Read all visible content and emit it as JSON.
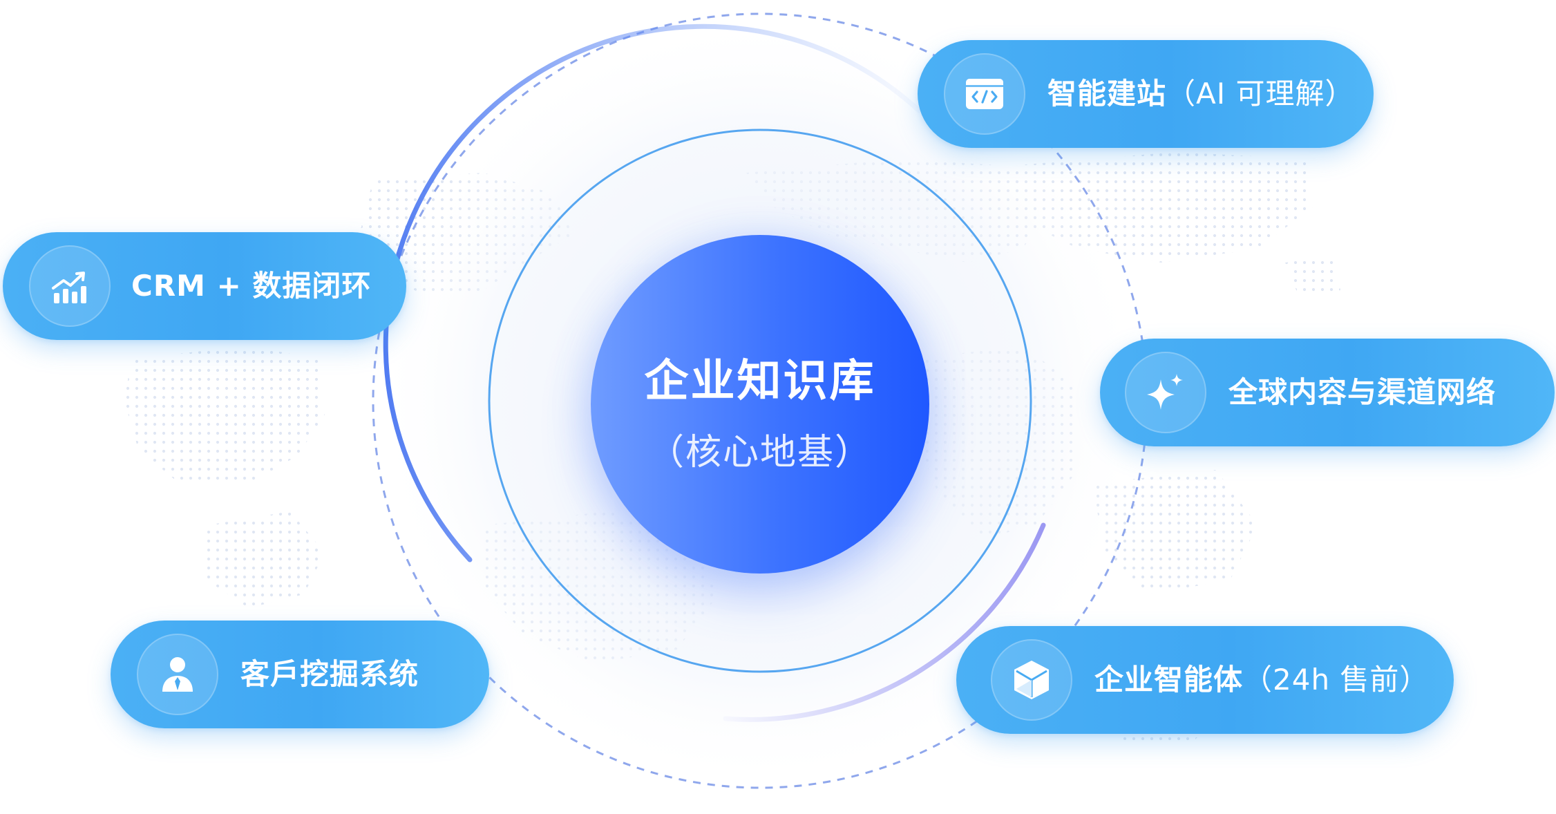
{
  "center": {
    "title": "企业知识库",
    "subtitle": "（核心地基）"
  },
  "nodes": [
    {
      "key": "website",
      "icon": "code-window-icon",
      "label": "智能建站",
      "sub": "（AI 可理解）"
    },
    {
      "key": "crm",
      "icon": "growth-chart-icon",
      "label": "CRM + 数据闭环",
      "sub": ""
    },
    {
      "key": "content",
      "icon": "sparkle-icon",
      "label": "全球内容与渠道网络",
      "sub": ""
    },
    {
      "key": "customer",
      "icon": "person-tie-icon",
      "label": "客戶挖掘系统",
      "sub": ""
    },
    {
      "key": "agent",
      "icon": "cube-icon",
      "label": "企业智能体",
      "sub": "（24h 售前）"
    }
  ],
  "colors": {
    "pill": "#46ADF4",
    "core_start": "#6F9CFF",
    "core_end": "#1F58FF",
    "ring": "#56A6F0",
    "dashed_ring": "#8FA7EC"
  }
}
